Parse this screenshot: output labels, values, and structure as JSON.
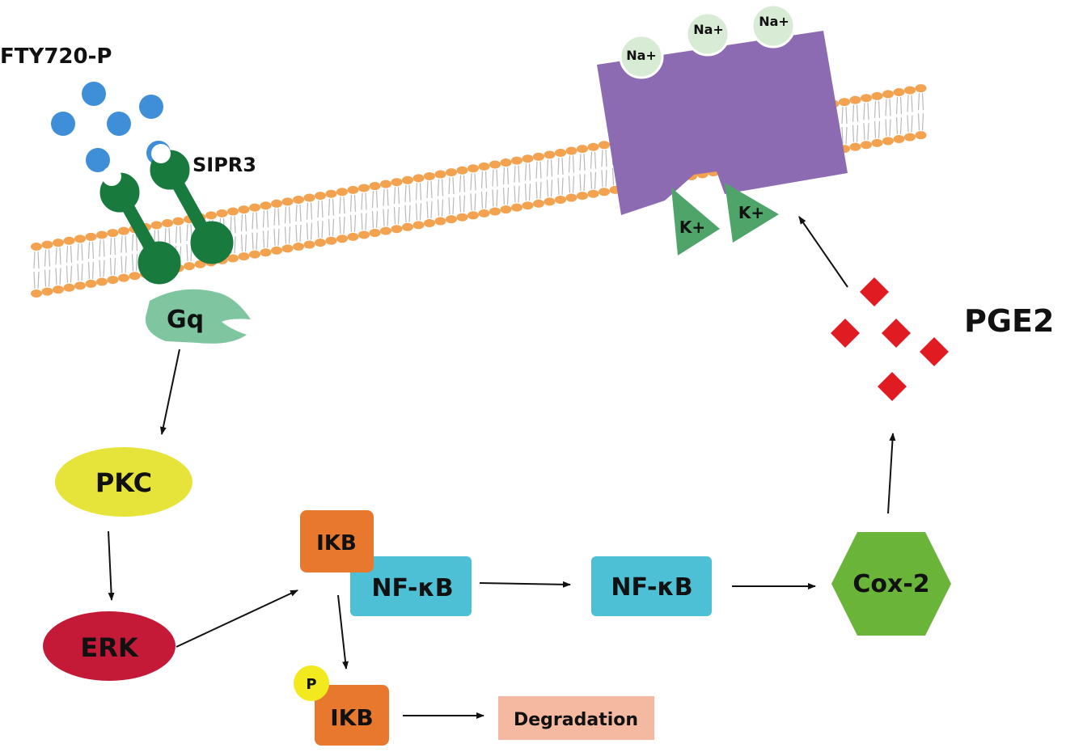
{
  "labels": {
    "ligand": "FTY720-P",
    "receptor": "SIPR3",
    "g_protein": "Gq",
    "pkc": "PKC",
    "erk": "ERK",
    "ikb_bound": "IKB",
    "nfkb_bound": "NF-κB",
    "nfkb_free": "NF-κB",
    "cox2": "Cox-2",
    "pge2": "PGE2",
    "phospho": "P",
    "ikb_phospho": "IKB",
    "degradation": "Degradation",
    "na_ion": "Na+",
    "k_ion": "K+"
  },
  "colors": {
    "membrane_head": "#f3a24f",
    "membrane_tail": "#b9b9b9",
    "ligand": "#3f8fd8",
    "receptor": "#197a3e",
    "gq": "#7fc6a0",
    "pkc": "#e6e43a",
    "erk": "#c41a38",
    "ikb": "#e8782e",
    "nfkb": "#4ec0d6",
    "cox2": "#6bb43a",
    "pge2": "#e11b22",
    "pump": "#8d6bb3",
    "na": "#d8ecd5",
    "k": "#4fa46a",
    "phospho": "#f2ea1f",
    "degradation": "#f5b9a2"
  }
}
